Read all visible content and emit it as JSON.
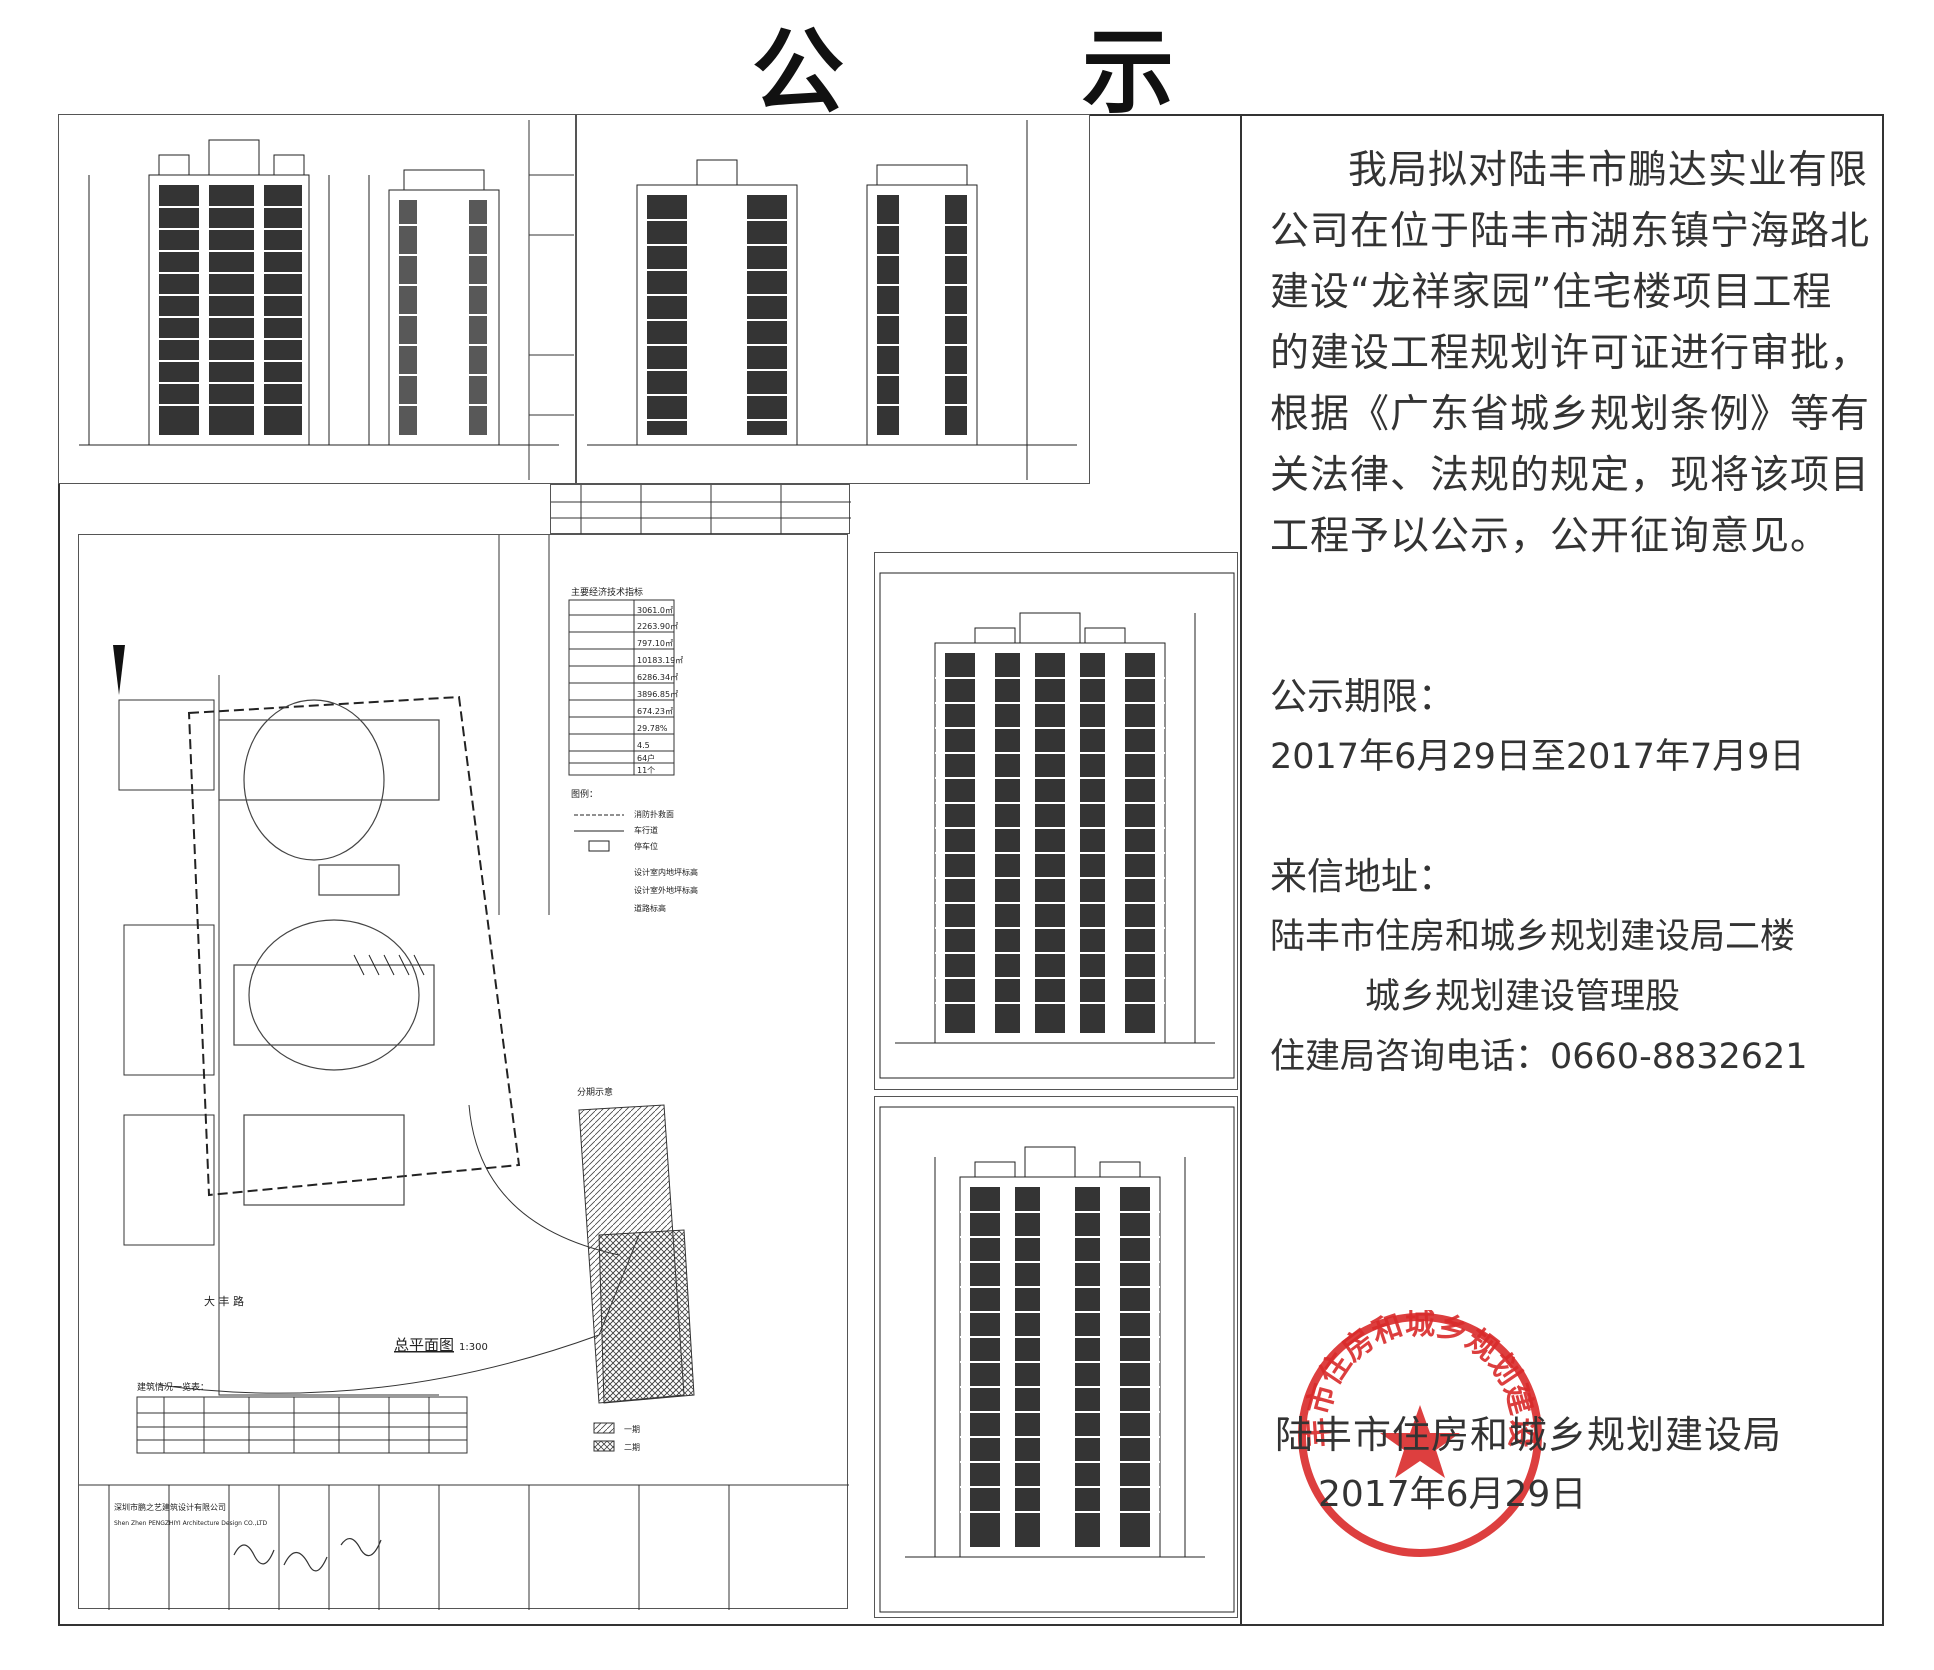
{
  "title": {
    "char1": "公",
    "char2": "示"
  },
  "notice": {
    "paragraph": "我局拟对陆丰市鹏达实业有限公司在位于陆丰市湖东镇宁海路北建设“龙祥家园”住宅楼项目工程的建设工程规划许可证进行审批，根据《广东省城乡规划条例》等有关法律、法规的规定，现将该项目工程予以公示，公开征询意见。",
    "period_label": "公示期限：",
    "period_value": "2017年6月29日至2017年7月9日",
    "address_label": "来信地址：",
    "address_line1": "陆丰市住房和城乡规划建设局二楼",
    "address_line2": "城乡规划建设管理股",
    "phone": "住建局咨询电话：0660-8832621",
    "agency": "陆丰市住房和城乡规划建设局",
    "date": "2017年6月29日",
    "stamp_text": "陆丰市住房和城乡规划建设局"
  },
  "drawing": {
    "site_plan_title": "总平面图",
    "site_plan_scale": "1:300",
    "road_label": "大 丰 路",
    "tech_table_title": "主要经济技术指标",
    "tech_values": [
      "3061.0㎡",
      "2263.90㎡",
      "797.10㎡",
      "10183.19㎡",
      "6286.34㎡",
      "3896.85㎡",
      "674.23㎡",
      "29.78%",
      "4.5",
      "64户",
      "11个"
    ],
    "legend_title": "图例：",
    "legend_items": [
      "消防扑救面",
      "车行道",
      "停车位",
      "设计室内地坪标高",
      "设计室外地坪标高",
      "道路标高"
    ],
    "phase_title": "分期示意",
    "phase_items": [
      "一期",
      "二期"
    ],
    "building_table_title": "建筑情况一览表：",
    "designer": "深圳市鹏之艺建筑设计有限公司",
    "designer_en": "Shen Zhen PENGZHIYI Architecture Design CO.,LTD"
  },
  "colors": {
    "stamp": "#d92a2a",
    "text": "#333333",
    "line": "#222222"
  }
}
